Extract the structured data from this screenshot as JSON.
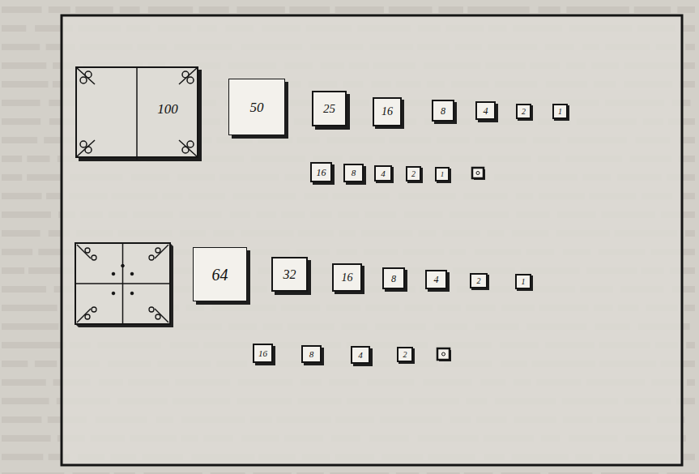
{
  "diagram": {
    "nodes": [
      {
        "text": [
          "100"
        ]
      },
      {
        "text": [
          "50"
        ]
      },
      {
        "text": [
          "25"
        ]
      },
      {
        "text": [
          "16"
        ]
      },
      {
        "text": [
          "8"
        ]
      },
      {
        "text": [
          "4"
        ]
      },
      {
        "text": [
          "2"
        ]
      },
      {
        "text": [
          "1"
        ]
      },
      {
        "text": [
          "16"
        ]
      },
      {
        "text": [
          "8"
        ]
      },
      {
        "text": [
          "4"
        ]
      },
      {
        "text": [
          "2"
        ]
      },
      {
        "text": [
          "1"
        ]
      },
      {
        "text": [
          "64"
        ]
      },
      {
        "text": [
          "32"
        ]
      },
      {
        "text": [
          "16"
        ]
      },
      {
        "text": [
          "8"
        ]
      },
      {
        "text": [
          "4"
        ]
      },
      {
        "text": [
          "2"
        ]
      },
      {
        "text": [
          "1"
        ]
      },
      {
        "text": [
          "16"
        ]
      },
      {
        "text": [
          "8"
        ]
      },
      {
        "text": [
          "4"
        ]
      },
      {
        "text": [
          "2"
        ]
      }
    ]
  }
}
